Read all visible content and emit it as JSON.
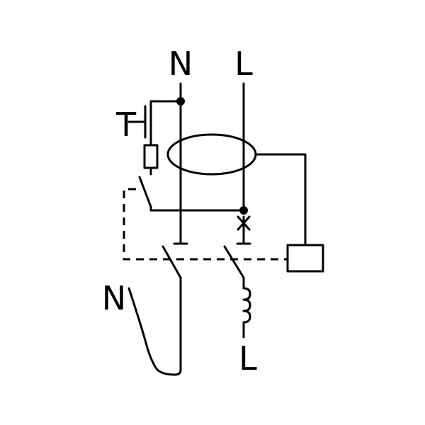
{
  "labels": {
    "top_n": "N",
    "top_l": "L",
    "test": "T",
    "bottom_n": "N",
    "bottom_l": "L"
  },
  "colors": {
    "line": "#000000",
    "background": "#ffffff"
  }
}
